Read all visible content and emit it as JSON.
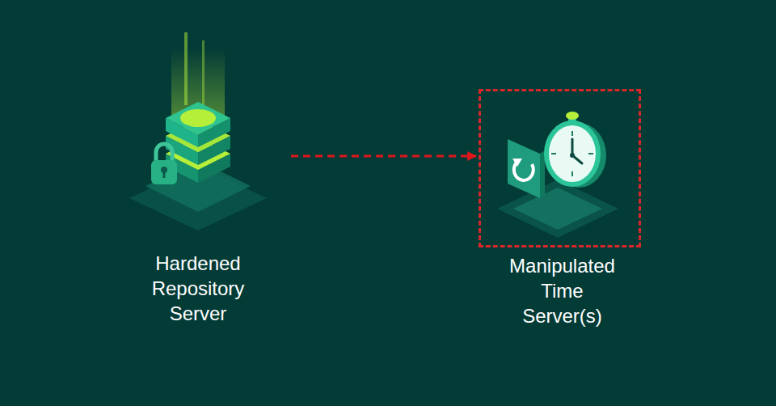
{
  "diagram": {
    "nodes": [
      {
        "text": [
          "Hardened Repository Server"
        ]
      },
      {
        "text": [
          "Manipulated Time Server(s)"
        ]
      }
    ],
    "edges": [
      {
        "from": 0,
        "to": 1,
        "arrow": "to"
      }
    ]
  }
}
